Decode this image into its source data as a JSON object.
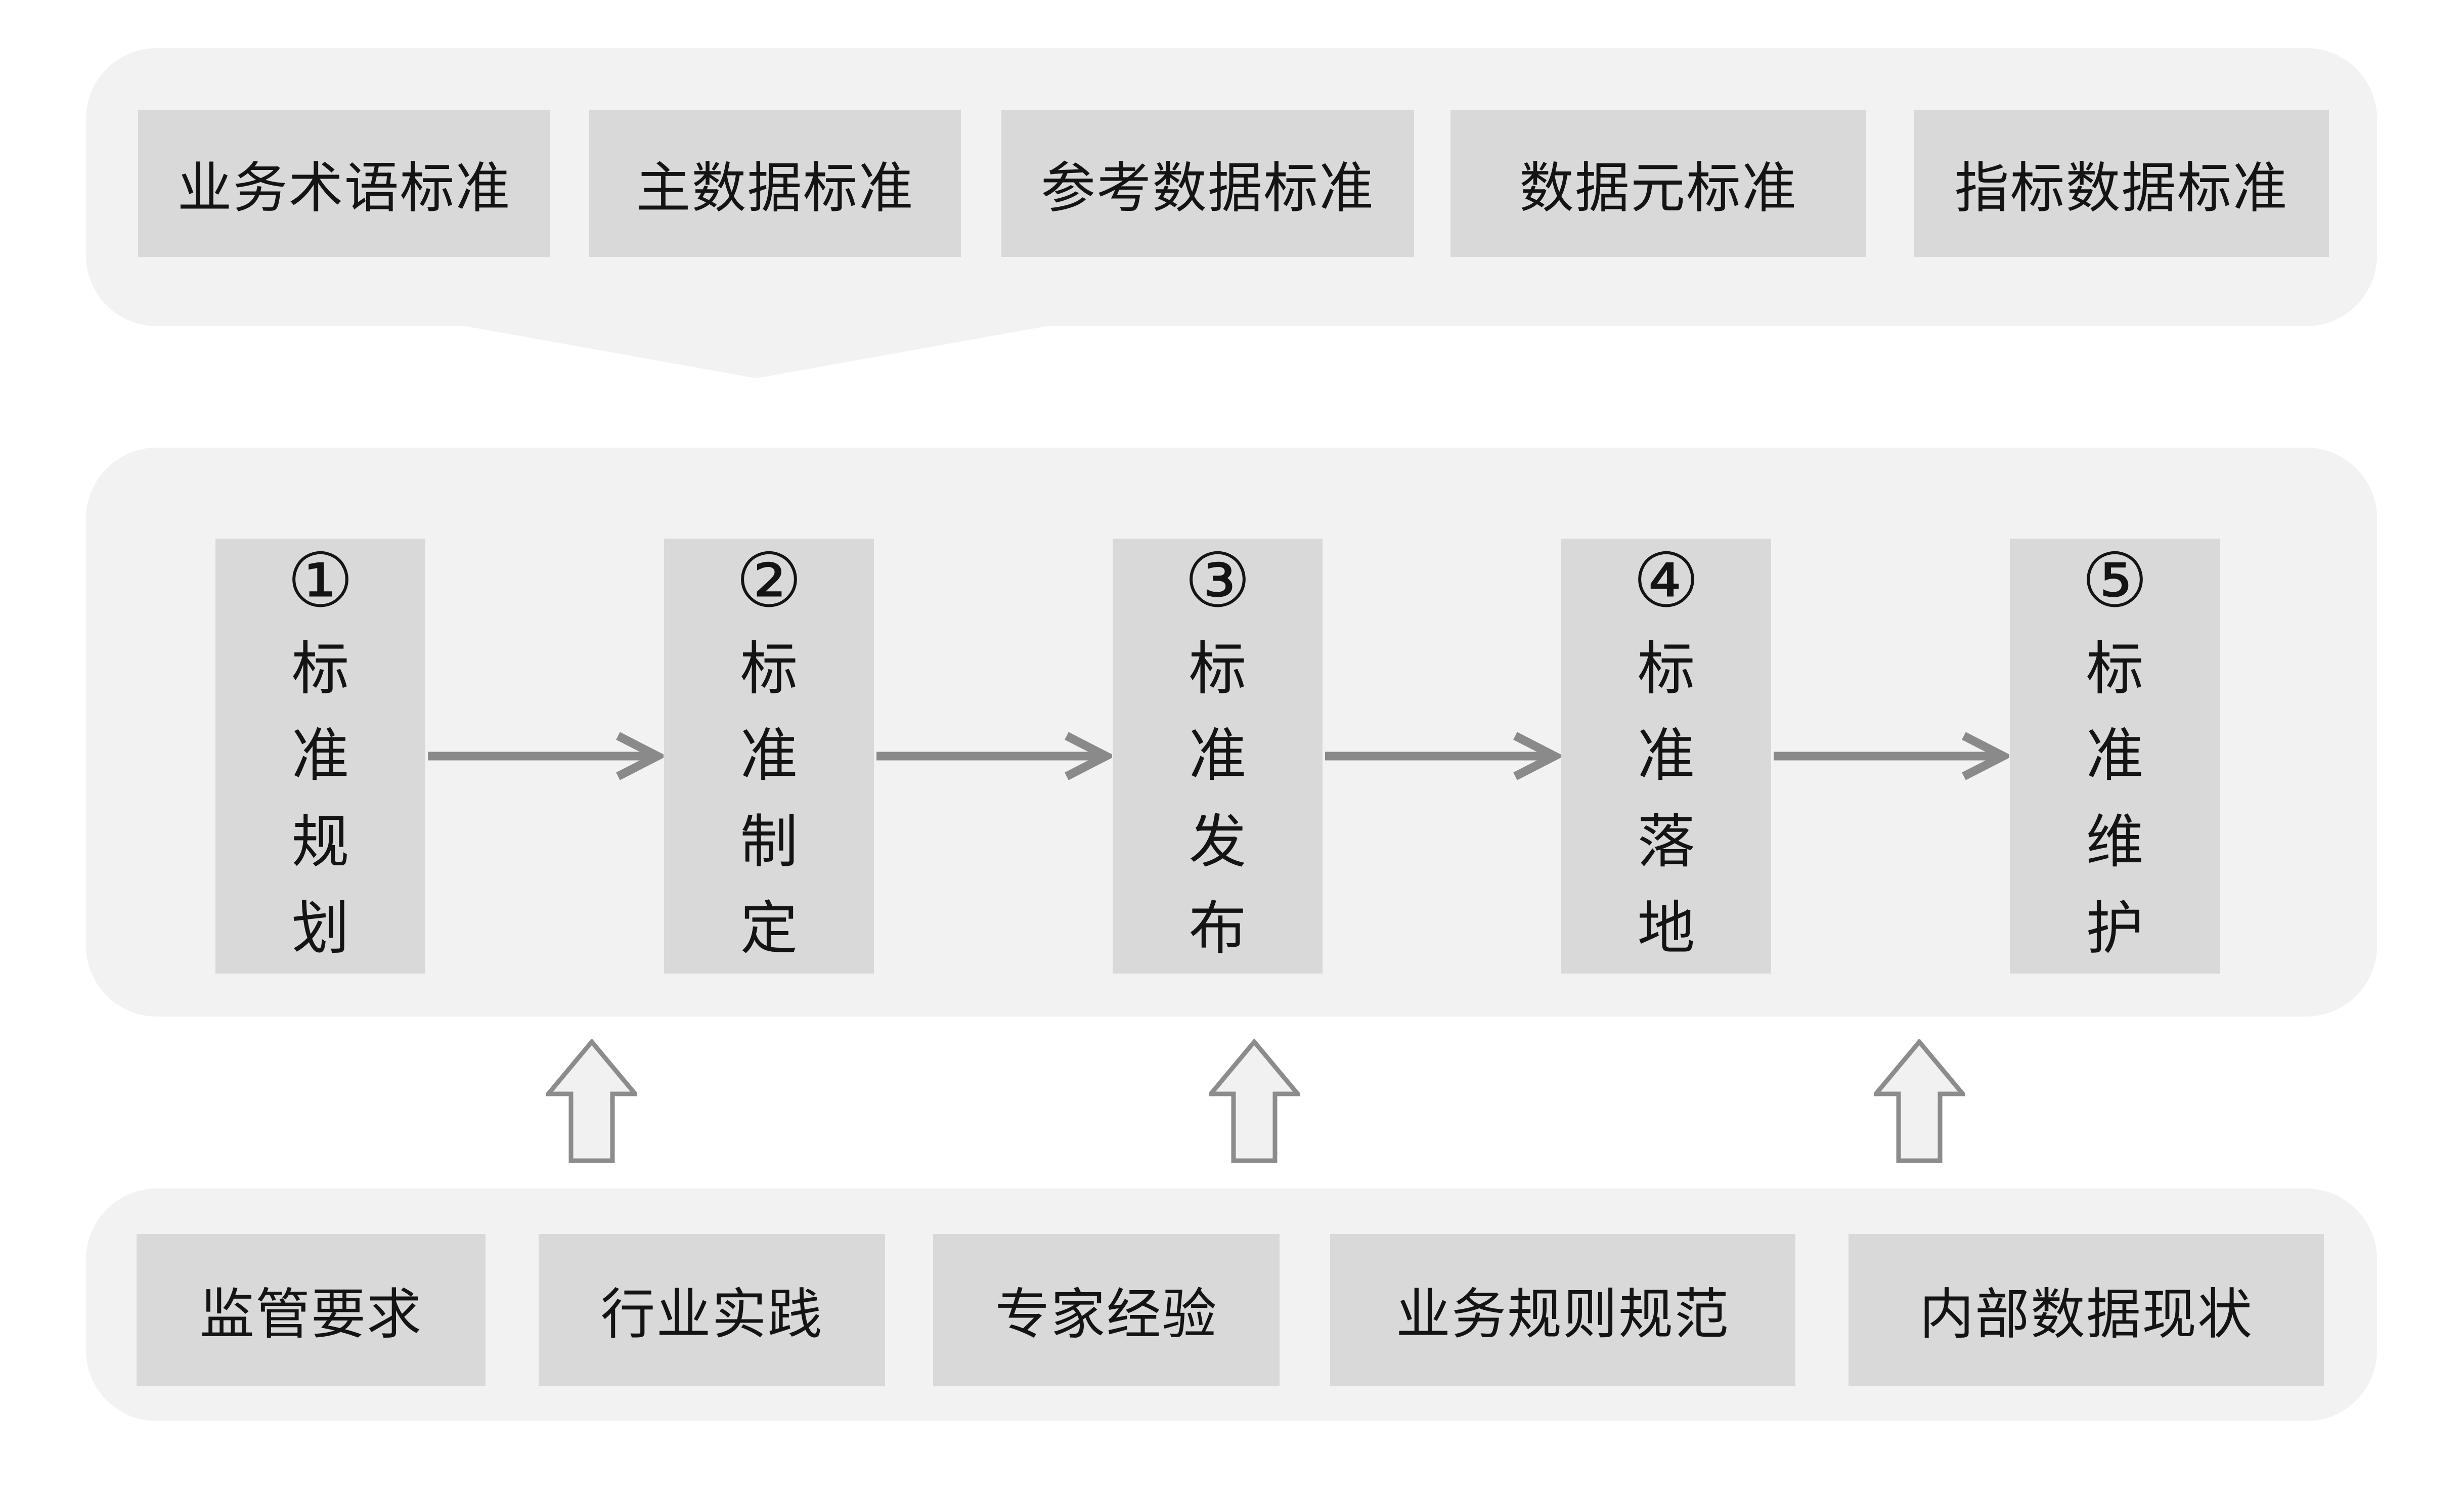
{
  "diagram": {
    "top_panel": {
      "items": [
        "业务术语标准",
        "主数据标准",
        "参考数据标准",
        "数据元标准",
        "指标数据标准"
      ]
    },
    "process_panel": {
      "steps": [
        {
          "num": "①",
          "label": "标准规划"
        },
        {
          "num": "②",
          "label": "标准制定"
        },
        {
          "num": "③",
          "label": "标准发布"
        },
        {
          "num": "④",
          "label": "标准落地"
        },
        {
          "num": "⑤",
          "label": "标准维护"
        }
      ]
    },
    "bottom_panel": {
      "items": [
        "监管要求",
        "行业实践",
        "专家经验",
        "业务规则规范",
        "内部数据现状"
      ]
    },
    "icons": {
      "flow_arrow": "right-arrow",
      "up_arrow": "hollow-up-block-arrow",
      "notch": "down-pointer-triangle"
    },
    "colors": {
      "page_bg": "#ffffff",
      "panel_bg": "#f2f2f3",
      "box_bg": "#d9d9d9",
      "arrow": "#8a8a8a",
      "up_arrow_fill": "#f1f1f1",
      "text": "#141414"
    }
  }
}
